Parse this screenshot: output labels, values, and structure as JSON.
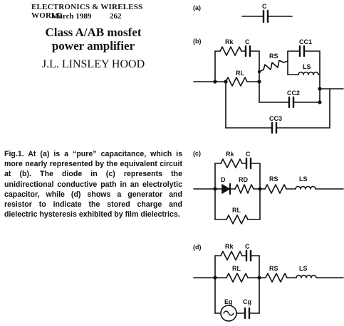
{
  "header": {
    "publication": "ELECTRONICS & WIRELESS WORLD",
    "date": "March 1989",
    "page": "262"
  },
  "article": {
    "title_line1": "Class A/AB mosfet",
    "title_line2": "power amplifier",
    "author": "J.L. LINSLEY HOOD"
  },
  "caption": "Fig.1. At (a) is a “pure” capacitance, which is more nearly represented by the equivalent circuit at (b). The diode in (c) represents the unidirectional conductive path in an electrolytic capacitor, while (d) shows a generator and resistor to indicate the stored charge and dielectric hysteresis exhibited by film dielectrics.",
  "diagrams": {
    "a": {
      "tag": "(a)",
      "c": "C"
    },
    "b": {
      "tag": "(b)",
      "rk": "Rk",
      "c": "C",
      "rs": "RS",
      "cc1": "CC1",
      "ls": "LS",
      "rl": "RL",
      "cc2": "CC2",
      "cc3": "CC3"
    },
    "c": {
      "tag": "(c)",
      "rk": "Rk",
      "c": "C",
      "d": "D",
      "rd": "RD",
      "rs": "RS",
      "ls": "LS",
      "rl": "RL"
    },
    "d": {
      "tag": "(d)",
      "rk": "Rk",
      "c": "C",
      "rl": "RL",
      "rs": "RS",
      "ls": "LS",
      "eg": "Eg",
      "cg": "Cg"
    }
  }
}
